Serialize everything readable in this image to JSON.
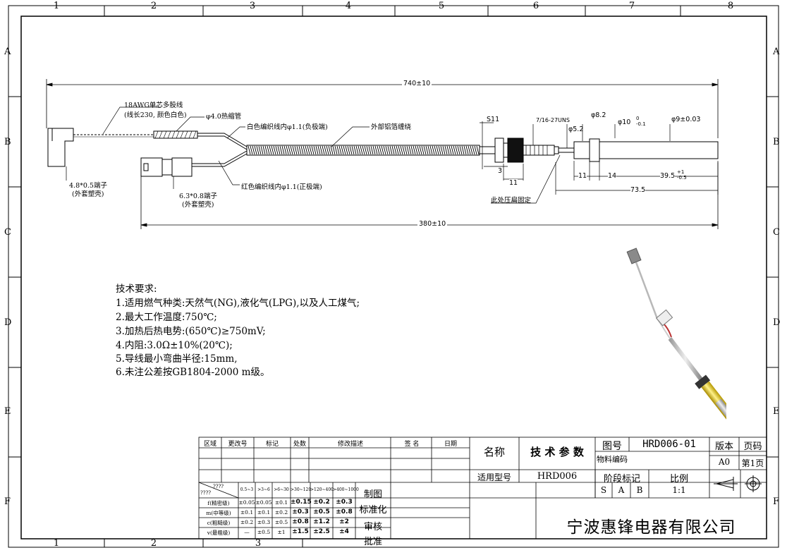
{
  "zones": {
    "columns": [
      "1",
      "2",
      "3",
      "4",
      "5",
      "6",
      "7",
      "8"
    ],
    "rows": [
      "A",
      "B",
      "C",
      "D",
      "E",
      "F"
    ]
  },
  "drawing": {
    "overall_length": "740±10",
    "inner_length": "380±10",
    "wire_label_1": "18AWG单芯多股线",
    "wire_label_2": "(线长230, 颜色白色)",
    "heat_shrink": "φ4.0热缩管",
    "white_wire": "白色编织线内φ1.1(负极端)",
    "red_wire": "红色编织线内φ1.1(正极端)",
    "braid": "外部铝箔缠绕",
    "terminal_1a": "4.8*0.5端子",
    "terminal_1b": "(外套塑壳)",
    "terminal_2a": "6.3*0.8端子",
    "terminal_2b": "(外套塑壳)",
    "hex": "S11",
    "thread": "7/16-27UNS",
    "d1": "φ8.2",
    "d2": "φ5.2",
    "d3": "φ10",
    "d3_tol_up": "0",
    "d3_tol_low": "-0.1",
    "d4": "φ9±0.03",
    "l3": "3",
    "l11a": "11",
    "l11b": "11",
    "l14": "14",
    "l39": "39.5",
    "l39_tol_up": "+1",
    "l39_tol_low": "-0.5",
    "l73": "73.5",
    "crimp_note": "此处压扁固定"
  },
  "requirements": {
    "title": "技术要求:",
    "items": [
      "1.适用燃气种类:天然气(NG),液化气(LPG),以及人工煤气;",
      "2.最大工作温度:750℃;",
      "3.加热后热电势:(650℃)≥750mV;",
      "4.内阻:3.0Ω±10%(20℃);",
      "5.导线最小弯曲半径:15mm,",
      "6.未注公差按GB1804-2000 m级。"
    ]
  },
  "revision_table": {
    "headers": [
      "区域",
      "更改号",
      "标记",
      "处数",
      "修改描述",
      "签 名",
      "日期"
    ]
  },
  "tolerance_table": {
    "corner_top": "????",
    "corner_bottom": "????",
    "ranges": [
      "0.5~3",
      ">3~6",
      ">6~30",
      ">30~120",
      ">120~400",
      ">400~1000"
    ],
    "rows": [
      {
        "label": "f(精密级)",
        "values": [
          "±0.05",
          "±0.05",
          "±0.1",
          "±0.15",
          "±0.2",
          "±0.3"
        ]
      },
      {
        "label": "m(中等级)",
        "values": [
          "±0.1",
          "±0.1",
          "±0.2",
          "±0.3",
          "±0.5",
          "±0.8"
        ]
      },
      {
        "label": "c(粗糙级)",
        "values": [
          "±0.2",
          "±0.3",
          "±0.5",
          "±0.8",
          "±1.2",
          "±2"
        ]
      },
      {
        "label": "v(最粗级)",
        "values": [
          "—",
          "±0.5",
          "±1",
          "±1.5",
          "±2.5",
          "±4"
        ]
      }
    ],
    "signoff": [
      "制图",
      "标准化",
      "审核",
      "批准"
    ]
  },
  "title_block": {
    "name_label": "名称",
    "name_value": "技 术 参 数",
    "drawing_no_label": "图号",
    "drawing_no": "HRD006-01",
    "version_label": "版本",
    "version": "A0",
    "page_label": "页码",
    "page": "第1页",
    "material_label": "物料编码",
    "model_label": "适用型号",
    "model": "HRD006",
    "stage_label": "阶段标记",
    "stage_s": "S",
    "stage_a": "A",
    "stage_b": "B",
    "scale_label": "比例",
    "scale": "1:1",
    "company": "宁波惠锋电器有限公司"
  }
}
